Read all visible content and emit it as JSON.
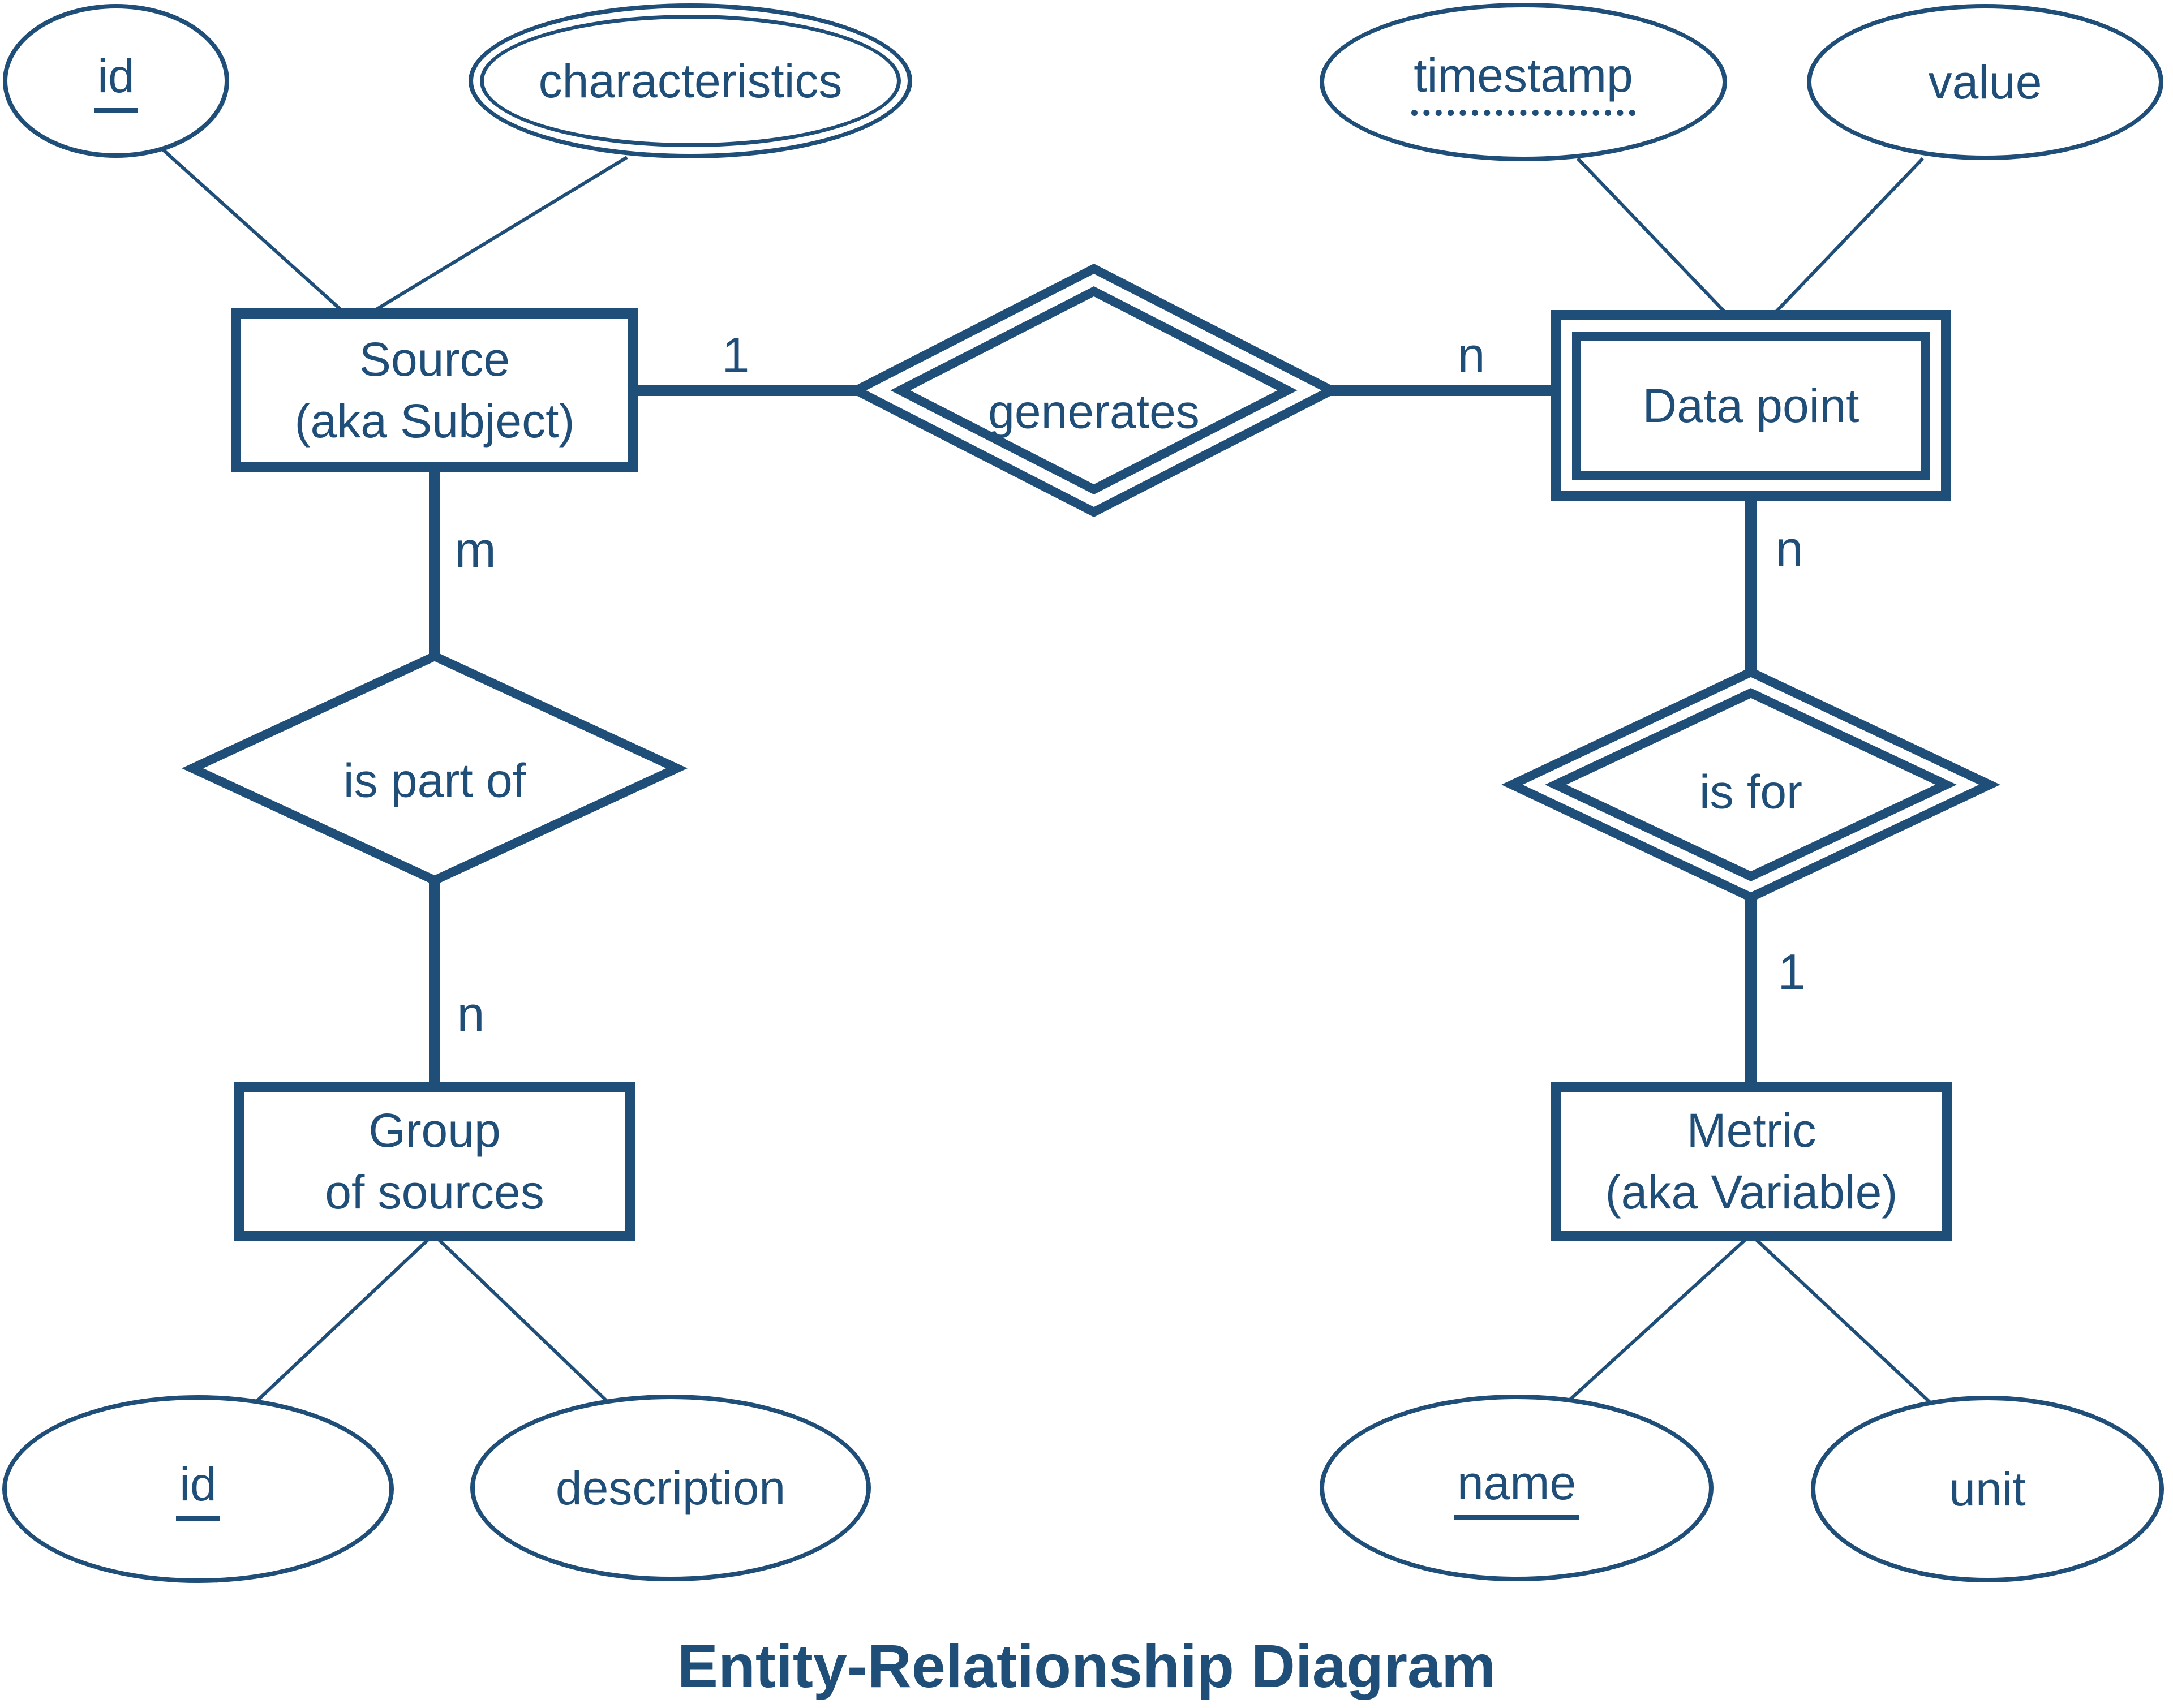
{
  "diagram": {
    "title": "Entity-Relationship Diagram",
    "colors": {
      "ink": "#1f4e79",
      "background": "#ffffff"
    },
    "entities": {
      "source": {
        "line1": "Source",
        "line2": "(aka Subject)"
      },
      "datapoint": {
        "label": "Data point"
      },
      "group": {
        "line1": "Group",
        "line2": "of sources"
      },
      "metric": {
        "line1": "Metric",
        "line2": "(aka Variable)"
      }
    },
    "relationships": {
      "generates": {
        "label": "generates"
      },
      "is_part_of": {
        "label": "is part of"
      },
      "is_for": {
        "label": "is for"
      }
    },
    "attributes": {
      "source_id": {
        "label": "id"
      },
      "source_characteristics": {
        "label": "characteristics"
      },
      "datapoint_timestamp": {
        "label": "timestamp"
      },
      "datapoint_value": {
        "label": "value"
      },
      "group_id": {
        "label": "id"
      },
      "group_description": {
        "label": "description"
      },
      "metric_name": {
        "label": "name"
      },
      "metric_unit": {
        "label": "unit"
      }
    },
    "cardinalities": {
      "source_generates": "1",
      "generates_datapoint": "n",
      "source_is_part_of": "m",
      "is_part_of_group": "n",
      "datapoint_is_for": "n",
      "is_for_metric": "1"
    }
  }
}
